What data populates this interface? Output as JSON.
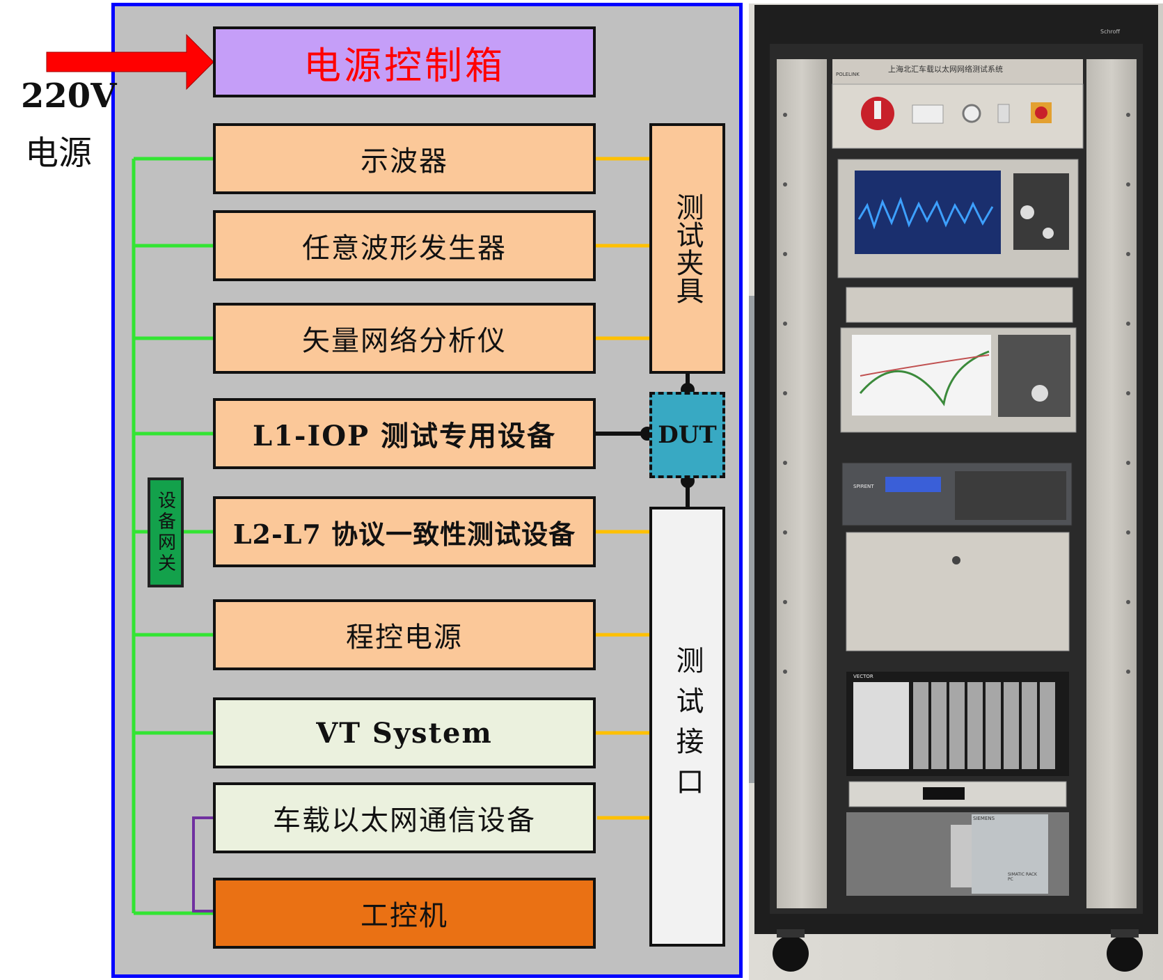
{
  "input": {
    "voltage": "220V",
    "supply": "电源"
  },
  "power_control_box": "电源控制箱",
  "instruments": [
    {
      "label": "示波器"
    },
    {
      "label": "任意波形发生器"
    },
    {
      "label": "矢量网络分析仪"
    },
    {
      "label": "L1-IOP 测试专用设备"
    },
    {
      "label": "L2-L7 协议一致性测试设备"
    },
    {
      "label": "程控电源"
    },
    {
      "label": "VT System"
    },
    {
      "label": "车载以太网通信设备"
    },
    {
      "label": "工控机"
    }
  ],
  "test_fixture": "测试夹具",
  "dut": "DUT",
  "test_interface": "测试接口",
  "device_gateway": "设备网关",
  "photo": {
    "panel_title": "上海北汇车载以太网网络测试系统",
    "brand": "POLELINK",
    "rack_brand": "Schroff",
    "spirent": "SPIRENT",
    "vector": "VECTOR",
    "siemens": "SIEMENS",
    "simatic": "SIMATIC RACK PC"
  },
  "colors": {
    "frame_border": "#0000ff",
    "frame_fill": "#c0c0c0",
    "network_line": "#33e433",
    "fixture_line": "#ffc000",
    "link_purple": "#7030a0",
    "arrow": "#ff0000"
  }
}
